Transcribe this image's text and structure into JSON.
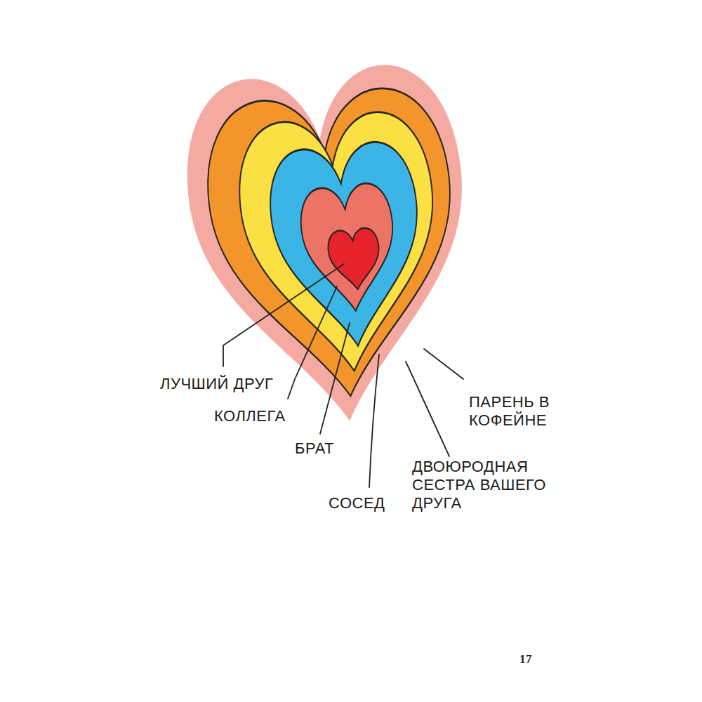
{
  "diagram": {
    "labels": [
      "ЛУЧШИЙ ДРУГ",
      "КОЛЛЕГА",
      "БРАТ",
      "СОСЕД",
      "ДВОЮРОДНАЯ СЕСТРА ВАШЕГО ДРУГА",
      "ПАРЕНЬ В КОФЕЙНЕ",
      "17"
    ]
  }
}
